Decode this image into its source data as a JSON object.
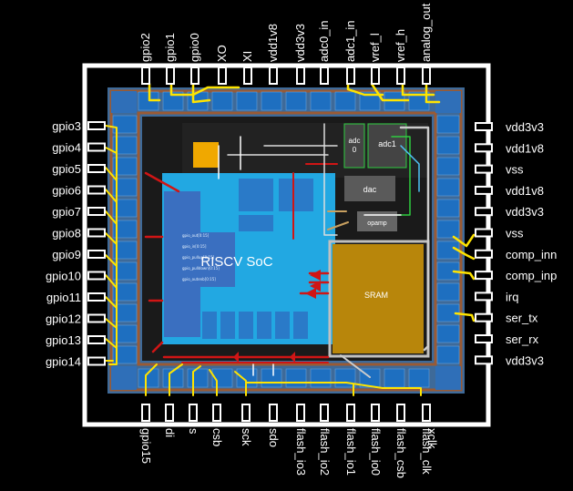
{
  "pins": {
    "top": [
      "gpio2",
      "gpio1",
      "gpio0",
      "XO",
      "XI",
      "vdd1v8",
      "vdd3v3",
      "adc0_in",
      "adc1_in",
      "vref_l",
      "vref_h",
      "analog_out"
    ],
    "left": [
      "gpio3",
      "gpio4",
      "gpio5",
      "gpio6",
      "gpio7",
      "gpio8",
      "gpio9",
      "gpio10",
      "gpio11",
      "gpio12",
      "gpio13",
      "gpio14"
    ],
    "right": [
      "vdd3v3",
      "vdd1v8",
      "vss",
      "vdd1v8",
      "vdd3v3",
      "vss",
      "comp_inn",
      "comp_inp",
      "irq",
      "ser_tx",
      "ser_rx",
      "vdd3v3"
    ],
    "bottom": [
      "gpio15",
      "di",
      "s",
      "csb",
      "sck",
      "sdo",
      "flash_io3",
      "flash_io2",
      "flash_io1",
      "flash_io0",
      "flash_csb",
      "flash_clk",
      "xclk"
    ]
  },
  "blocks": {
    "soc": "RISCV SoC",
    "sram": "SRAM",
    "adc0": "adc\n0",
    "adc1": "adc1",
    "dac": "dac",
    "opamp": "opamp"
  },
  "colors": {
    "background": "#000000",
    "outline": "#ffffff",
    "die": "#5a7fa8",
    "core_ring": "#8b4a2b",
    "soc": "#2aa8e0",
    "sram": "#b8860b",
    "pads": "#1e6fc0",
    "wires_yellow": "#ffe400",
    "wires_red": "#d01515"
  }
}
